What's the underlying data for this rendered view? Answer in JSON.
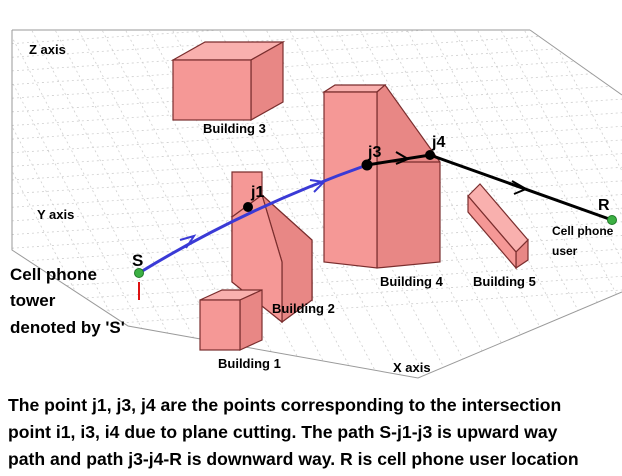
{
  "axes": {
    "z": "Z axis",
    "y": "Y axis",
    "x": "X axis"
  },
  "buildings": [
    {
      "id": "b1",
      "label": "Building 1"
    },
    {
      "id": "b2",
      "label": "Building 2"
    },
    {
      "id": "b3",
      "label": "Building 3"
    },
    {
      "id": "b4",
      "label": "Building 4"
    },
    {
      "id": "b5",
      "label": "Building 5"
    }
  ],
  "points": {
    "s": "S",
    "j1": "j1",
    "j3": "j3",
    "j4": "j4",
    "r": "R"
  },
  "tower_label": [
    "Cell phone",
    "tower",
    "denoted by 'S'"
  ],
  "user_label": [
    "Cell phone",
    "user"
  ],
  "caption": [
    "The point j1, j3, j4 are the points corresponding to the intersection",
    "point i1, i3, i4 due to plane cutting. The path S-j1-j3 is upward way",
    "path and path j3-j4-R is downward way. R is cell phone user location"
  ],
  "colors": {
    "building_face": "#f59896",
    "building_outline": "#7a2e2e",
    "upward_path": "#3a3ad6",
    "downward_path": "#000000",
    "endpoint": "#3cb043",
    "grid": "#c8c8c8"
  }
}
